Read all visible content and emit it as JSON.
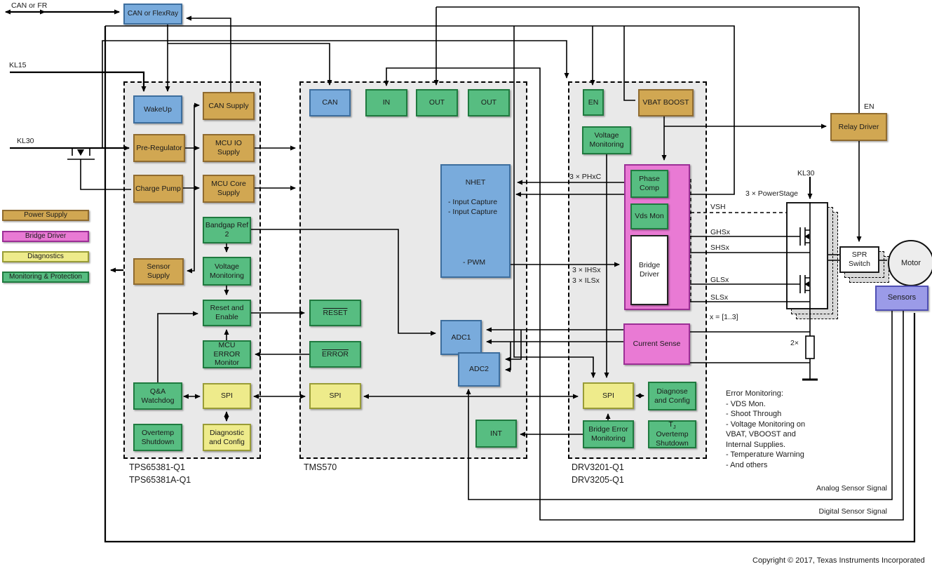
{
  "page": {
    "copyright": "Copyright © 2017, Texas Instruments Incorporated"
  },
  "legend": {
    "items": [
      {
        "label": "Power Supply",
        "color": "#D1A752"
      },
      {
        "label": "Bridge Driver",
        "color": "#E97AD4"
      },
      {
        "label": "Diagnostics",
        "color": "#EEEB8B"
      },
      {
        "label": "Monitoring & Protection",
        "color": "#57BD81"
      }
    ]
  },
  "external": {
    "can_or_fr": "CAN or FR",
    "can_flexray": "CAN or FlexRay",
    "kl15": "KL15",
    "kl30_left": "KL30",
    "kl30_right": "KL30",
    "en_relay": "EN",
    "relay_driver": "Relay Driver",
    "power_stage_label": "3 × PowerStage",
    "spr_switch": "SPR Switch",
    "motor": "Motor",
    "sensors": "Sensors",
    "two_x": "2×",
    "x_range": "x = [1..3]",
    "analog": "Analog Sensor Signal",
    "digital": "Digital Sensor Signal"
  },
  "signals": {
    "phxc": "3 × PHxC",
    "ihsx": "3 × IHSx",
    "ilsx": "3 × ILSx",
    "vsh": "VSH",
    "ghsx": "GHSx",
    "shsx": "SHSx",
    "glsx": "GLSx",
    "slsx": "SLSx"
  },
  "tps": {
    "title1": "TPS65381-Q1",
    "title2": "TPS65381A-Q1",
    "wakeup": "WakeUp",
    "can_supply": "CAN Supply",
    "pre_regulator": "Pre-Regulator",
    "charge_pump": "Charge Pump",
    "mcu_io_supply": "MCU IO Supply",
    "mcu_core_supply": "MCU Core Supply",
    "bandgap": "Bandgap Ref 2",
    "sensor_supply": "Sensor Supply",
    "voltage_monitoring": "Voltage Monitoring",
    "reset_enable": "Reset and Enable",
    "mcu_error_monitor": "MCU ERROR Monitor",
    "qa_watchdog": "Q&A Watchdog",
    "spi": "SPI",
    "overtemp": "Overtemp Shutdown",
    "diag_config": "Diagnostic and Config"
  },
  "tms": {
    "title": "TMS570",
    "can": "CAN",
    "in": "IN",
    "out1": "OUT",
    "out2": "OUT",
    "nhet": {
      "title": "NHET",
      "line1": "- Input Capture",
      "line2": "- Input Capture",
      "line3": "- PWM"
    },
    "reset": "RESET",
    "error": "ERROR",
    "spi": "SPI",
    "adc1": "ADC1",
    "adc2": "ADC2",
    "int": "INT"
  },
  "drv": {
    "title1": "DRV3201-Q1",
    "title2": "DRV3205-Q1",
    "en": "EN",
    "vbat_boost": "VBAT BOOST",
    "voltage_monitoring": "Voltage Monitoring",
    "phase_comp": "Phase Comp",
    "vds_mon": "Vds Mon",
    "bridge_driver": "Bridge Driver",
    "current_sense": "Current Sense",
    "spi": "SPI",
    "diagnose_config": "Diagnose and Config",
    "bridge_error": "Bridge Error Monitoring",
    "tj": {
      "t": "T",
      "sub": "J",
      "rest": "Overtemp Shutdown"
    }
  },
  "notes": {
    "error_monitoring": [
      "Error Monitoring:",
      "- VDS Mon.",
      "- Shoot Through",
      "- Voltage Monitoring on",
      "VBAT, VBOOST and",
      "Internal Supplies.",
      "- Temperature Warning",
      "- And others"
    ]
  }
}
